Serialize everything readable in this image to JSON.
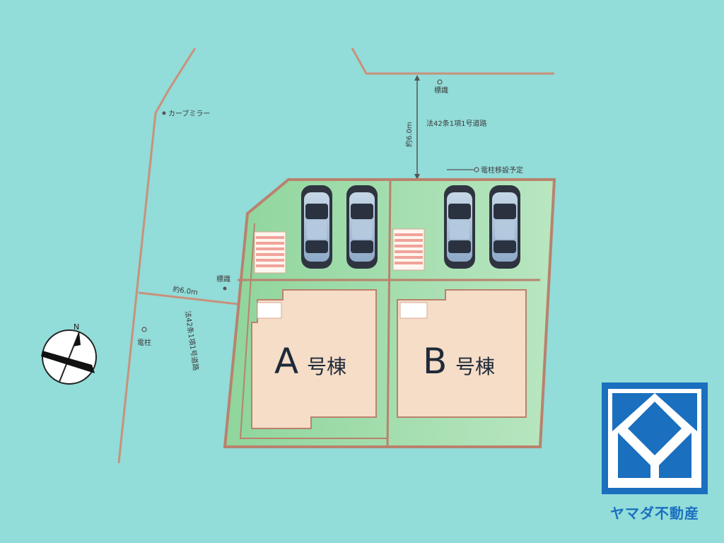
{
  "labels": {
    "curve_mirror": "カーブミラー",
    "boundary_marker_top": "標識",
    "road_north_width": "約6.0m",
    "road_north_type": "法42条1項1号道路",
    "utility_pole_planned": "電柱移設予定",
    "road_west_width": "約6.0m",
    "road_west_type": "法42条1項1号道路",
    "boundary_marker_west": "標識",
    "utility_pole": "電柱",
    "compass_north": "N"
  },
  "buildings": {
    "a": {
      "letter": "A",
      "suffix": "号棟"
    },
    "b": {
      "letter": "B",
      "suffix": "号棟"
    }
  },
  "logo": {
    "name": "ヤマダ不動産",
    "color": "#1a6fbf"
  },
  "colors": {
    "background": "#92dcd9",
    "lot_green": "#9fd9a6",
    "lot_border": "#b9826d",
    "building_fill": "#f5ddc7",
    "road_line": "#c9917b"
  }
}
